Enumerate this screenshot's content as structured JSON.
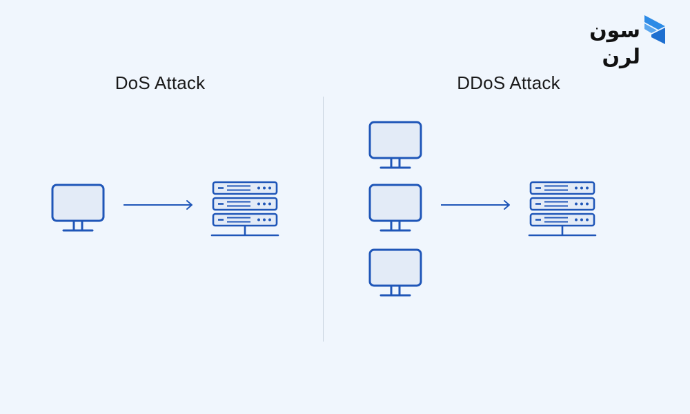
{
  "brand": {
    "name": "سون لرن",
    "mark_color": "#2d8be6"
  },
  "diagrams": {
    "left": {
      "title": "DoS Attack",
      "attackers": 1
    },
    "right": {
      "title": "DDoS Attack",
      "attackers": 3
    }
  },
  "colors": {
    "stroke": "#1f56b8",
    "monitor_fill": "#e3ebf7",
    "background": "#f0f6fd"
  }
}
